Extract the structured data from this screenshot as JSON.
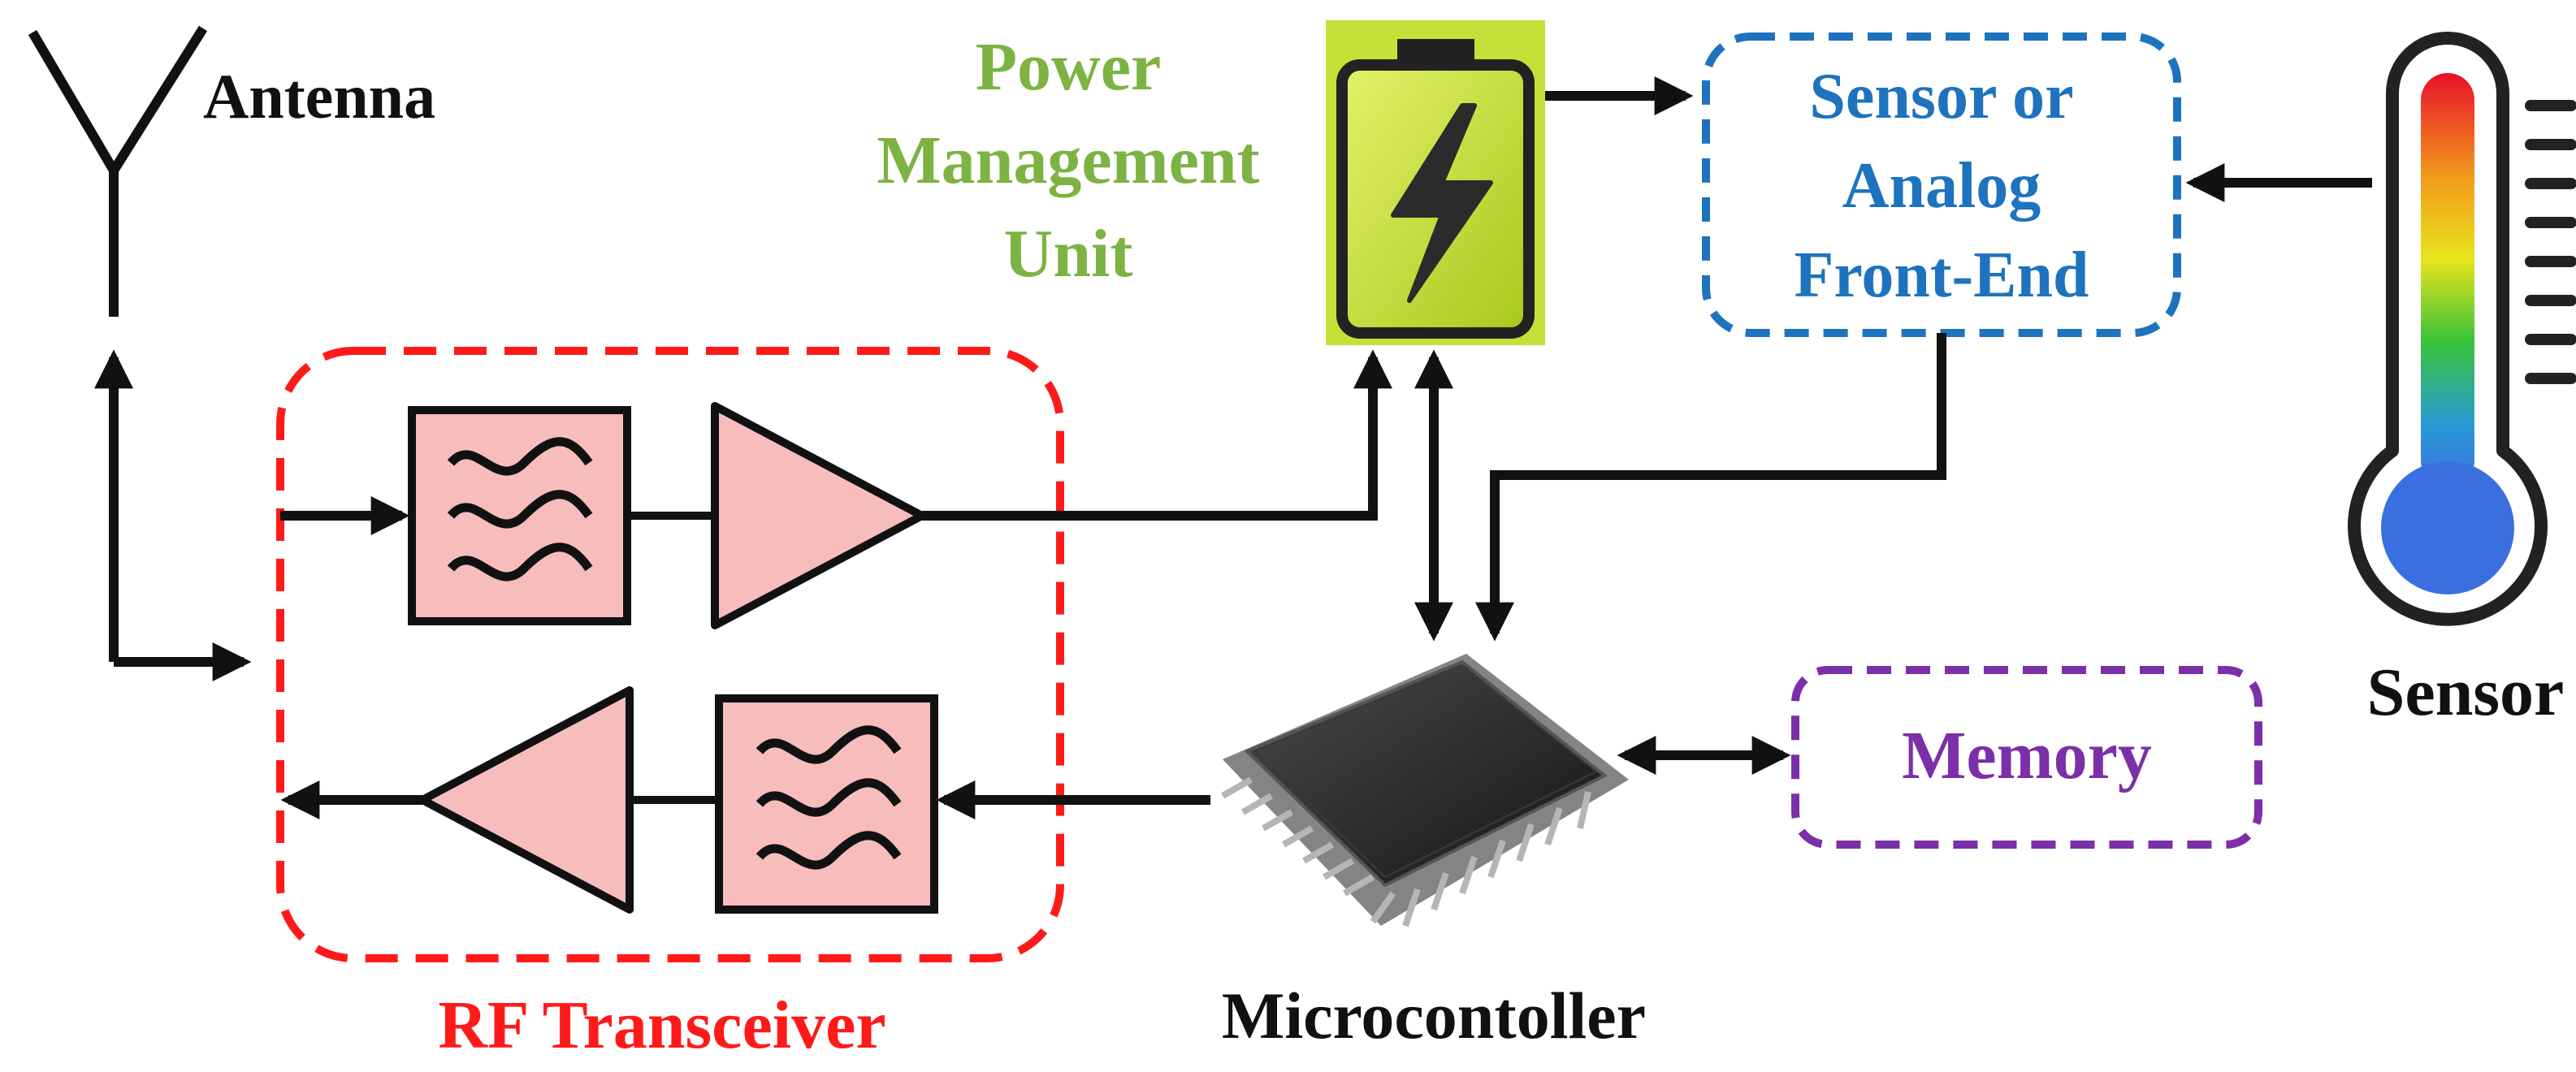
{
  "labels": {
    "antenna": "Antenna",
    "pmu_line1": "Power",
    "pmu_line2": "Management",
    "pmu_line3": "Unit",
    "afe_line1": "Sensor or",
    "afe_line2": "Analog",
    "afe_line3": "Front-End",
    "sensor": "Sensor",
    "memory": "Memory",
    "microcontroller": "Microcontoller",
    "rf_transceiver": "RF Transceiver"
  },
  "colors": {
    "pmu_text": "#7cb342",
    "afe": "#1e73be",
    "rf": "#ff1a1a",
    "memory": "#7b2fa8",
    "block_fill": "#f7bcbc",
    "battery_fill": "#c6e03a",
    "line": "#111111"
  },
  "icons": {
    "antenna": "antenna-icon",
    "battery": "battery-bolt-icon",
    "thermometer": "thermometer-icon",
    "chip": "microchip-icon",
    "filter": "filter-icon",
    "amplifier": "amplifier-triangle-icon"
  }
}
